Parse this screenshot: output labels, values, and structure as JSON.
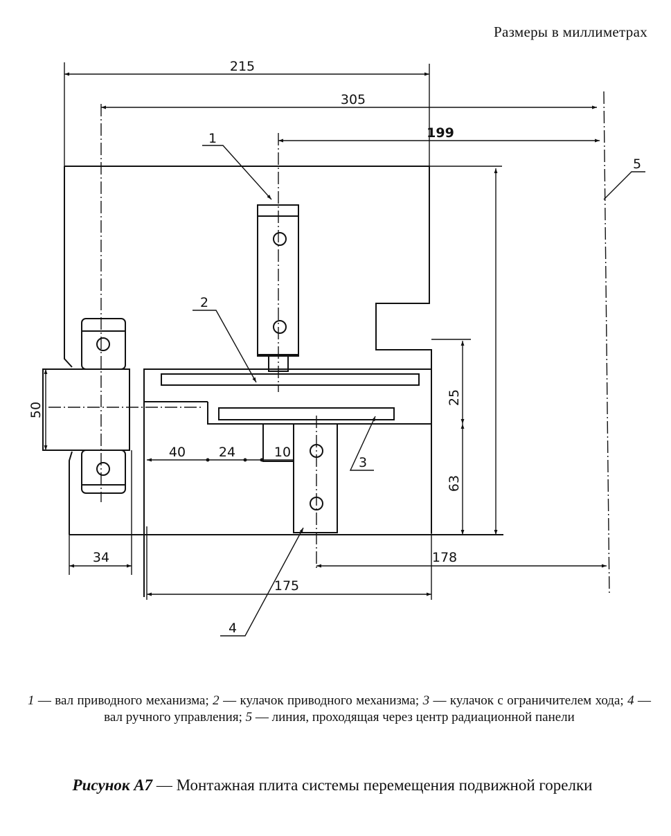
{
  "header": {
    "units_note": "Размеры в миллиметрах"
  },
  "dimensions": {
    "d215": "215",
    "d305": "305",
    "d199": "199",
    "d25": "25",
    "d63": "63",
    "d50": "50",
    "d40": "40",
    "d24": "24",
    "d10": "10",
    "d34": "34",
    "d178": "178",
    "d175": "175"
  },
  "callouts": {
    "c1": "1",
    "c2": "2",
    "c3": "3",
    "c4": "4",
    "c5": "5"
  },
  "legend": {
    "n1": "1",
    "t1": " — вал приводного механизма; ",
    "n2": "2",
    "t2": " — кулачок приводного механизма; ",
    "n3": "3",
    "t3": " — кулачок с ограничителем хода; ",
    "n4": "4",
    "t4": " — вал ручного управления; ",
    "n5": "5",
    "t5": " — линия, проходящая через центр радиационной панели"
  },
  "caption": {
    "label": "Рисунок А7",
    "text": " — Монтажная плита системы перемещения подвижной горелки"
  }
}
